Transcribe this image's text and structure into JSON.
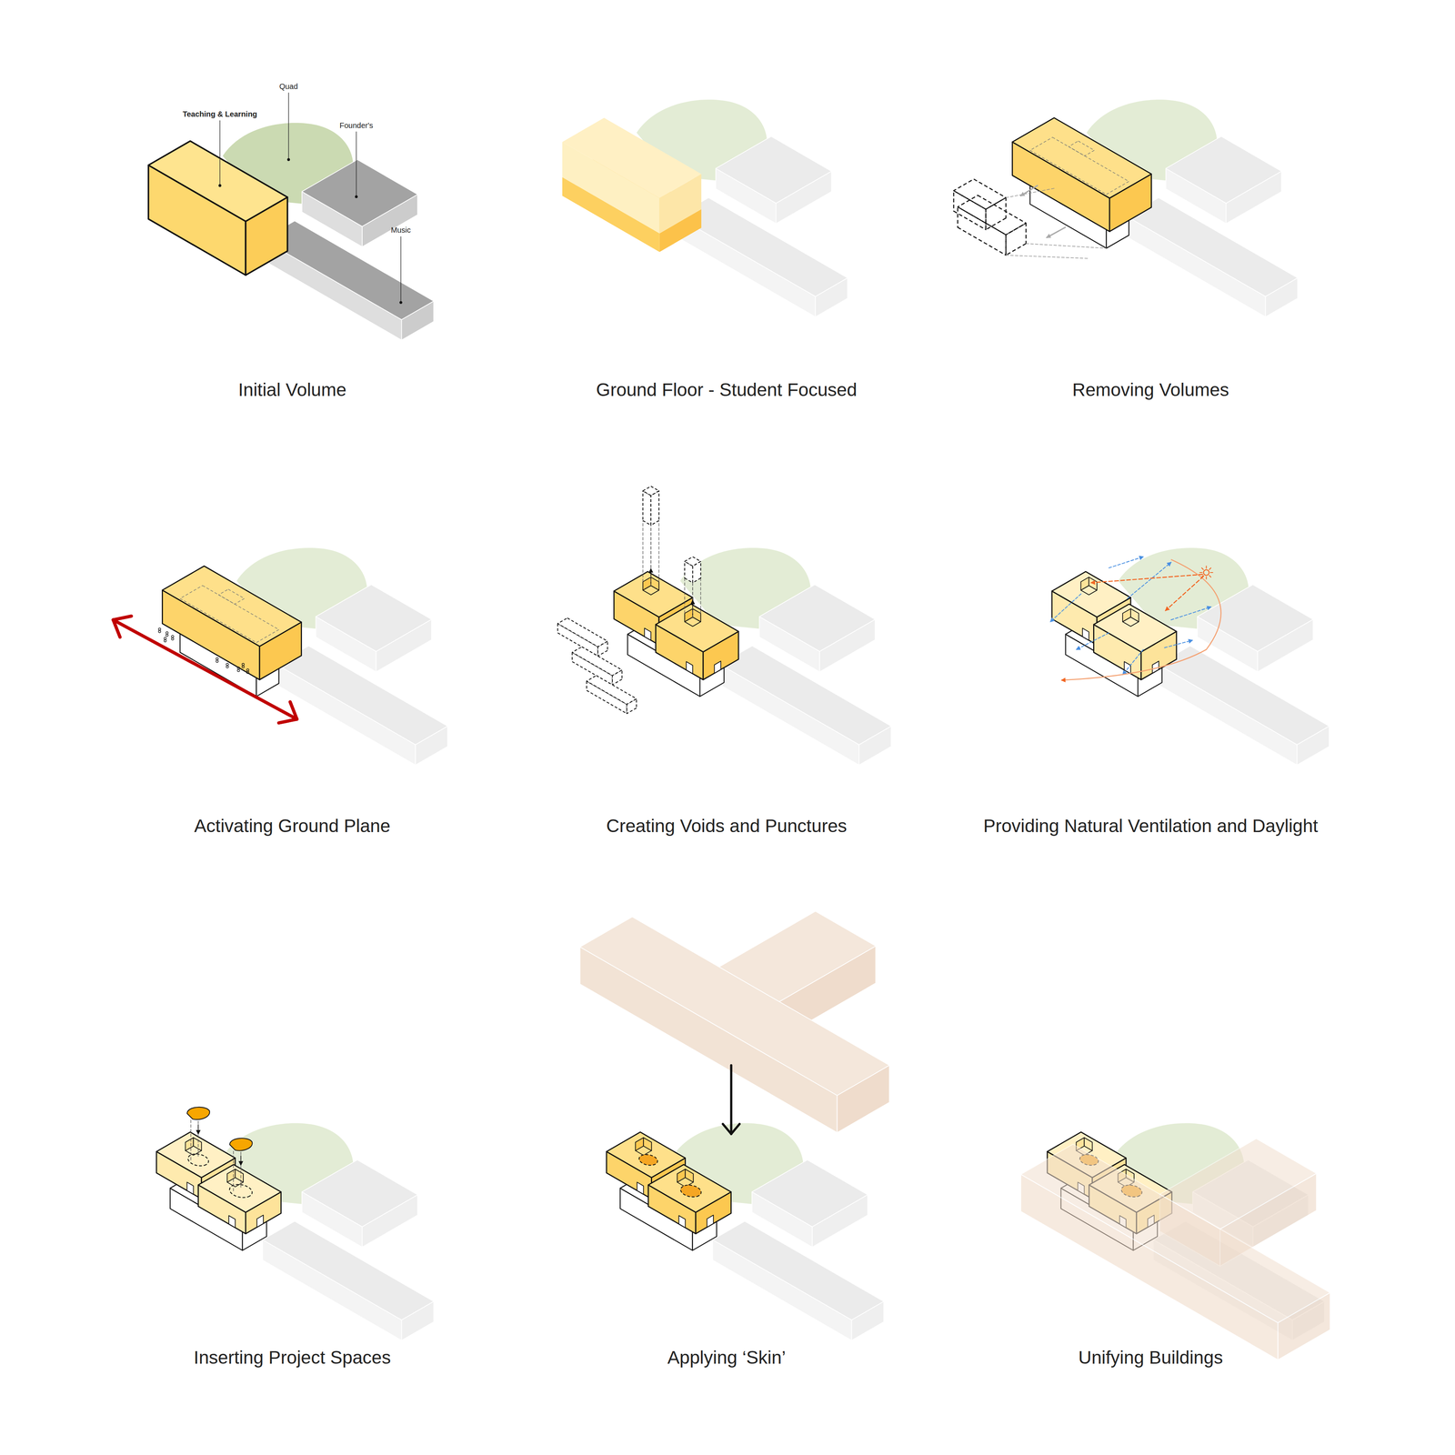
{
  "diagram": {
    "labels": [
      "Quad",
      "Teaching & Learning",
      "Founder's",
      "Music",
      "Initial Volume",
      "Ground Floor - Student Focused",
      "Removing Volumes",
      "Activating Ground Plane",
      "Creating Voids and Punctures",
      "Providing Natural Ventilation and Daylight",
      "Inserting Project Spaces",
      "Applying ‘Skin’",
      "Unifying Buildings"
    ]
  }
}
